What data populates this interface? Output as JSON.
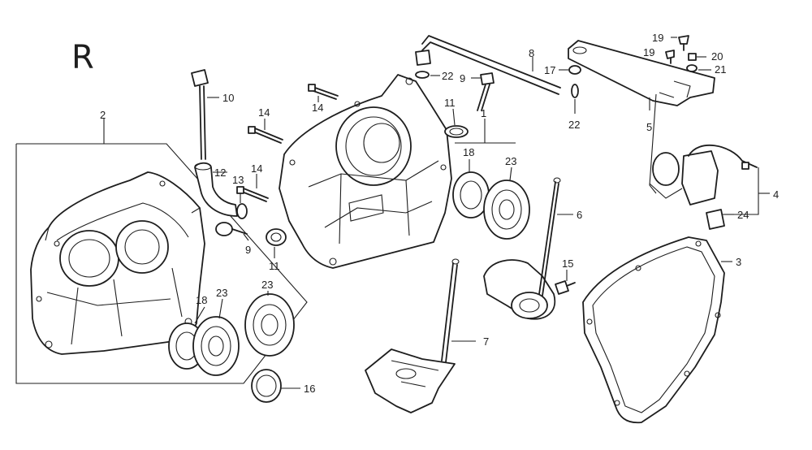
{
  "view_letter": "R",
  "callouts": [
    "1",
    "2",
    "3",
    "4",
    "5",
    "6",
    "7",
    "8",
    "9",
    "9",
    "10",
    "11",
    "11",
    "12",
    "13",
    "14",
    "14",
    "14",
    "15",
    "16",
    "17",
    "18",
    "18",
    "19",
    "19",
    "20",
    "21",
    "22",
    "22",
    "23",
    "23",
    "23",
    "24"
  ]
}
